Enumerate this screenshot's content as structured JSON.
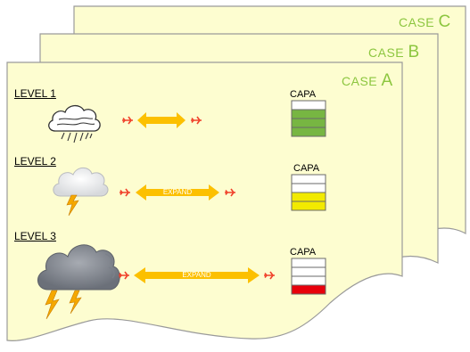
{
  "cases": [
    {
      "prefix": "CASE",
      "letter": "C"
    },
    {
      "prefix": "CASE",
      "letter": "B"
    },
    {
      "prefix": "CASE",
      "letter": "A"
    }
  ],
  "levels": [
    {
      "label": "LEVEL 1",
      "capa_label": "CAPA",
      "arrow_text": "",
      "weather_icon": "rain-cloud-icon",
      "capacity_fill": 0.75,
      "capacity_color": "#77b642"
    },
    {
      "label": "LEVEL 2",
      "capa_label": "CAPA",
      "arrow_text": "EXPAND",
      "weather_icon": "thunder-cloud-icon",
      "capacity_fill": 0.5,
      "capacity_color": "#f2ea00"
    },
    {
      "label": "LEVEL 3",
      "capa_label": "CAPA",
      "arrow_text": "EXPAND",
      "weather_icon": "storm-cloud-icon",
      "capacity_fill": 0.25,
      "capacity_color": "#e8000b"
    }
  ],
  "colors": {
    "sheet_fill": "#fdfdd0",
    "sheet_border": "#9a9a9a",
    "case_text": "#8cc63f",
    "arrow": "#fcc000",
    "plane": "#f0412a"
  }
}
